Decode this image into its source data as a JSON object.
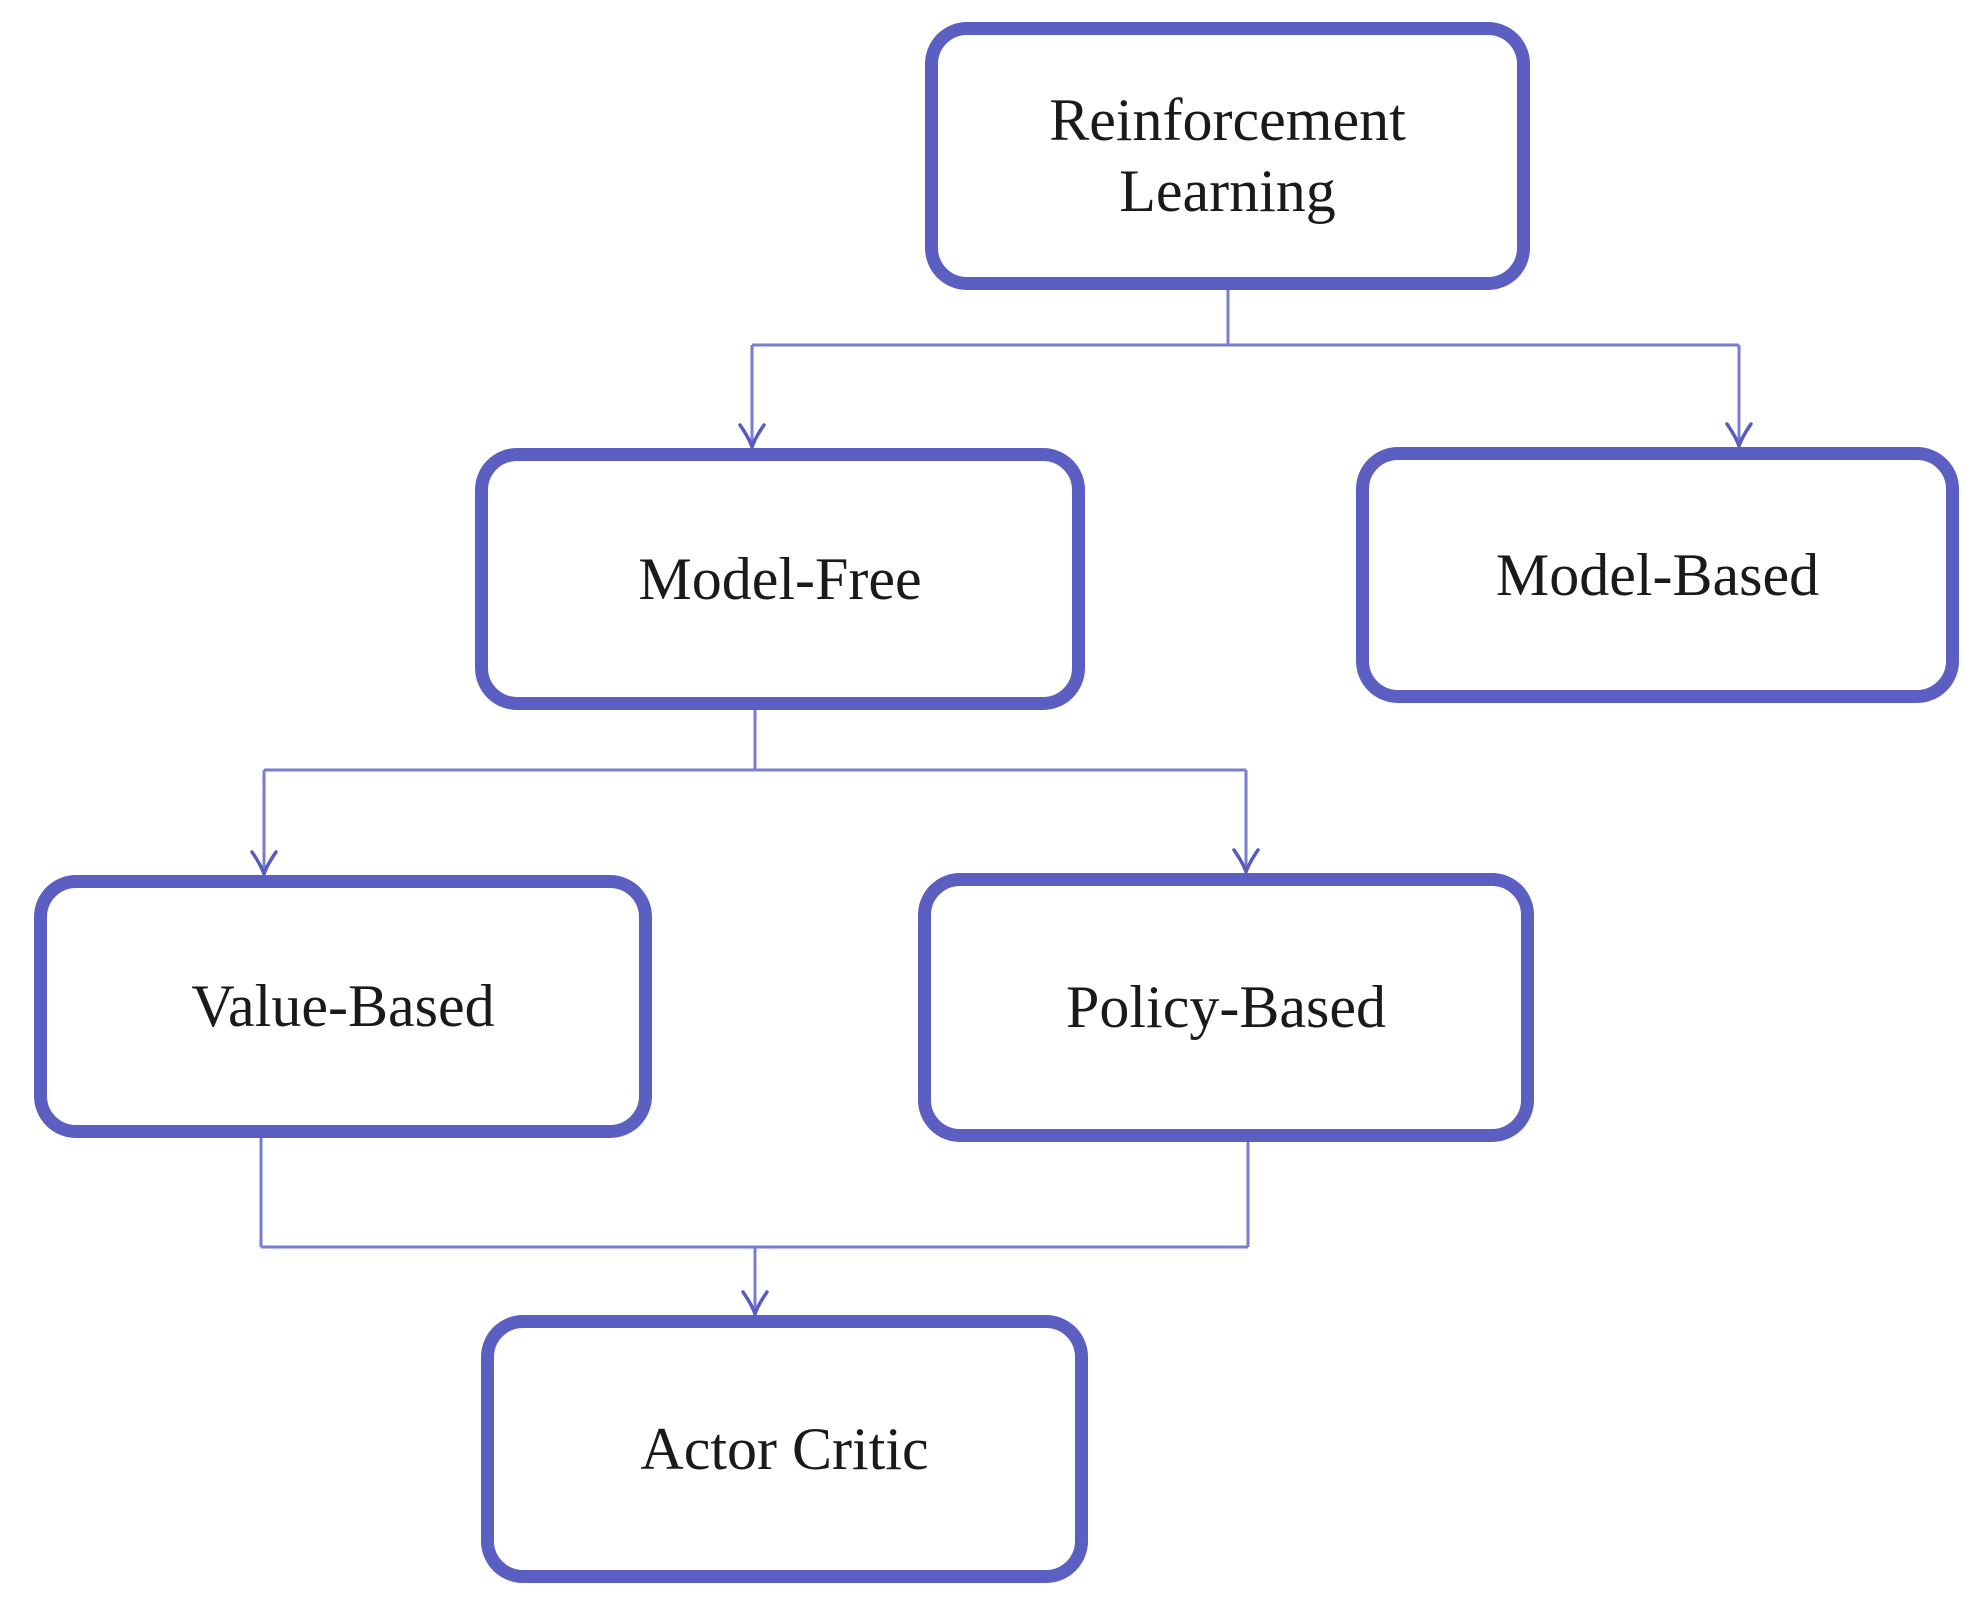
{
  "diagram_type": "flowchart",
  "nodes": {
    "root": {
      "label": "Reinforcement\nLearning"
    },
    "model_free": {
      "label": "Model-Free"
    },
    "model_based": {
      "label": "Model-Based"
    },
    "value_based": {
      "label": "Value-Based"
    },
    "policy_based": {
      "label": "Policy-Based"
    },
    "actor_critic": {
      "label": "Actor Critic"
    }
  },
  "edges": [
    {
      "from": "Reinforcement Learning",
      "to": "Model-Free"
    },
    {
      "from": "Reinforcement Learning",
      "to": "Model-Based"
    },
    {
      "from": "Model-Free",
      "to": "Value-Based"
    },
    {
      "from": "Model-Free",
      "to": "Policy-Based"
    },
    {
      "from": "Value-Based",
      "to": "Actor Critic"
    },
    {
      "from": "Policy-Based",
      "to": "Actor Critic"
    }
  ],
  "colors": {
    "node_border": "#5b5fc1",
    "connector": "#7a7ed2",
    "arrowhead": "#585cc0",
    "text": "#1a1a1a",
    "background": "#ffffff"
  }
}
